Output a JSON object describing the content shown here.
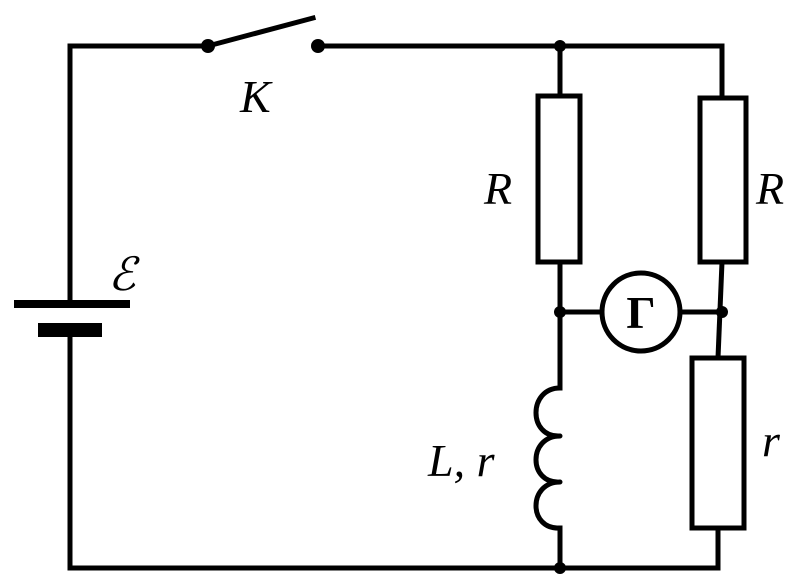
{
  "labels": {
    "switch": "K",
    "emf": "ℰ",
    "resistor_top_left": "R",
    "resistor_top_right": "R",
    "inductor": "L, r",
    "resistor_bottom_right": "r",
    "galvanometer": "Г"
  }
}
